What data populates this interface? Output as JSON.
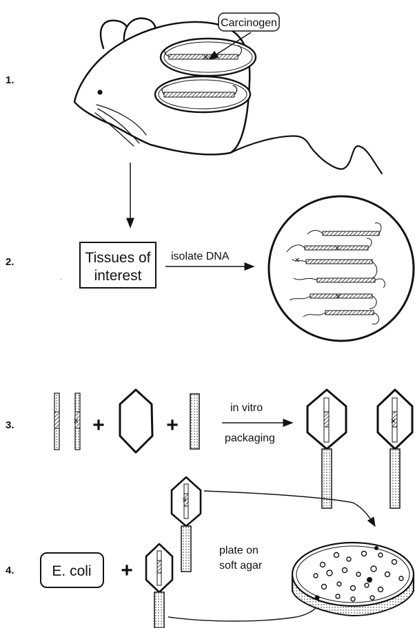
{
  "steps": {
    "step1": "1.",
    "step2": "2.",
    "step3": "3.",
    "step4": "4."
  },
  "labels": {
    "carcinogen": "Carcinogen",
    "tissues_line1": "Tissues of",
    "tissues_line2": "interest",
    "isolate_dna": "isolate DNA",
    "in_vitro": "in vitro",
    "packaging": "packaging",
    "ecoli": "E. coli",
    "plate_line1": "plate on",
    "plate_line2": "soft agar",
    "plus": "+"
  },
  "icons": {
    "mouse": "mouse-icon",
    "dna_circle": "dna-sample-icon",
    "phage": "phage-icon",
    "petri_dish": "petri-dish-icon"
  }
}
